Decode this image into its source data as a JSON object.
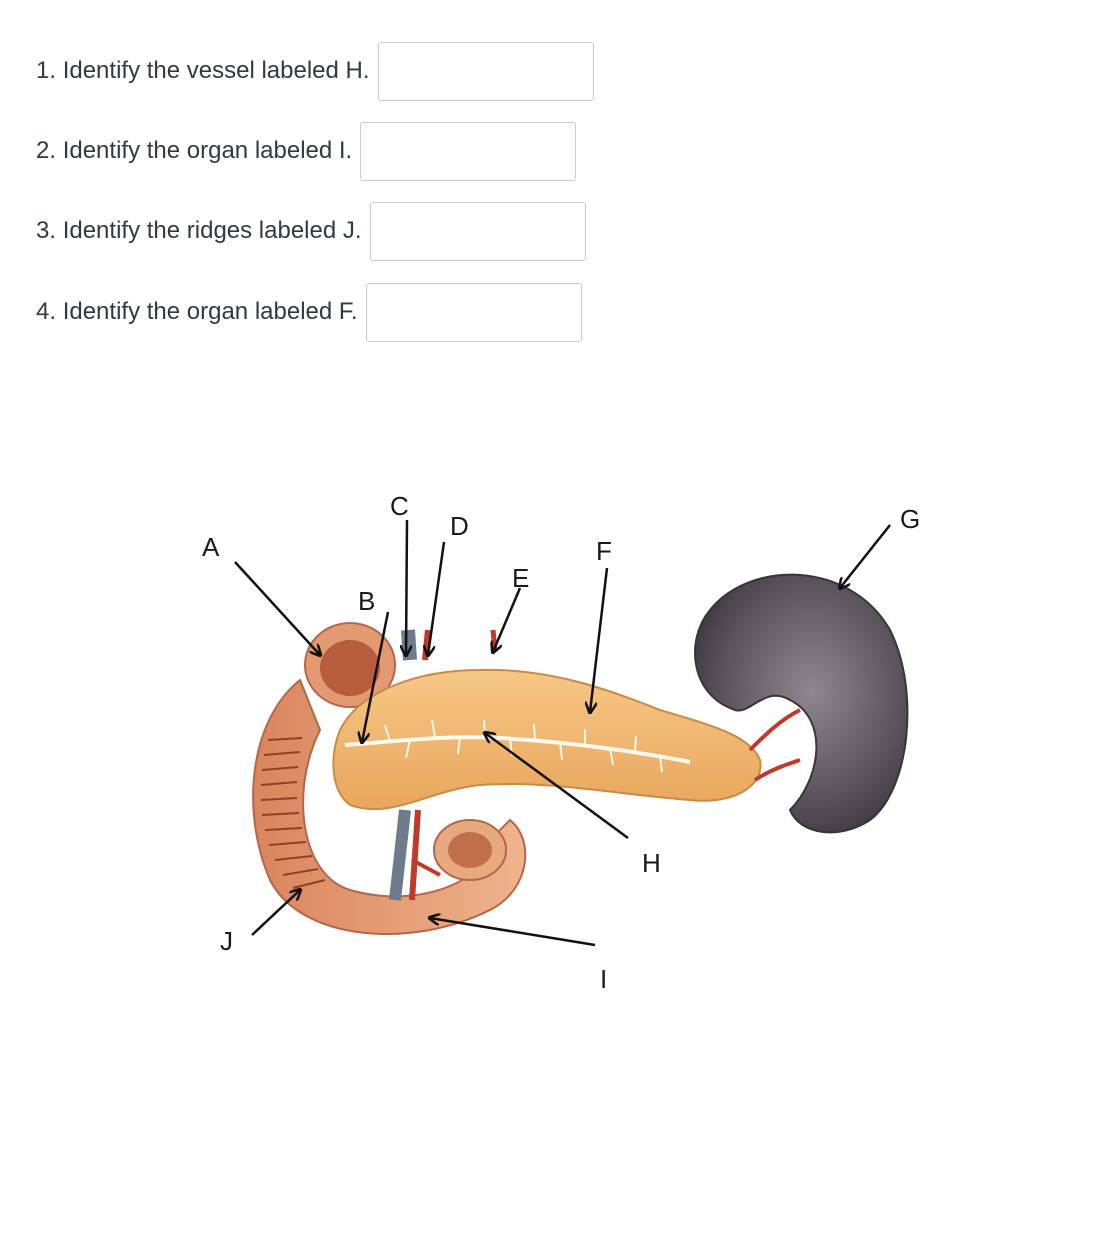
{
  "questions": [
    {
      "number": "1.",
      "text": "Identify the vessel labeled H.",
      "value": ""
    },
    {
      "number": "2.",
      "text": "Identify the organ labeled I.",
      "value": ""
    },
    {
      "number": "3.",
      "text": "Identify the ridges labeled J.",
      "value": ""
    },
    {
      "number": "4.",
      "text": "Identify the organ labeled F.",
      "value": ""
    }
  ],
  "diagram": {
    "labels": {
      "A": "A",
      "B": "B",
      "C": "C",
      "D": "D",
      "E": "E",
      "F": "F",
      "G": "G",
      "H": "H",
      "I": "I",
      "J": "J"
    }
  },
  "colors": {
    "text": "#2d3b45",
    "input_border": "#c7cdd1",
    "pancreas": "#f2b56b",
    "duodenum": "#e8a27a",
    "spleen": "#5e5560",
    "vessel_red": "#c0392b",
    "vein_blue": "#6d7b8a"
  }
}
